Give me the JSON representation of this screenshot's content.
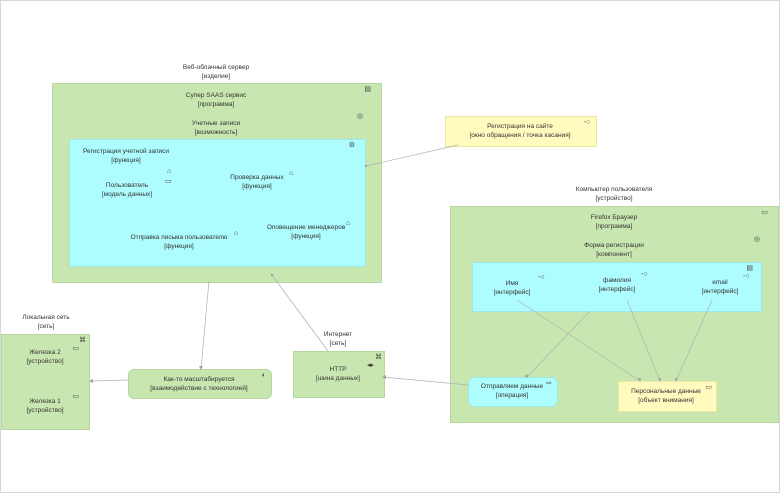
{
  "nodes": {
    "web_server": {
      "name": "Веб-облачный сервер",
      "type": "[изделие]"
    },
    "saas": {
      "name": "Супер SAAS сервис",
      "type": "[программа]"
    },
    "accounts": {
      "name": "Учетные записи",
      "type": "[возможность]"
    },
    "registration_account": {
      "name": "Регистрация учетной записи",
      "type": "[функция]"
    },
    "user_model": {
      "name": "Пользователь",
      "type": "[модель данных]"
    },
    "data_check": {
      "name": "Проверка данных",
      "type": "[функция]"
    },
    "send_letter": {
      "name": "Отправка письма пользователю",
      "type": "[функция]"
    },
    "notify_managers": {
      "name": "Оповещение менеджеров",
      "type": "[функция]"
    },
    "site_registration": {
      "name": "Регистрация на сайте",
      "type": "[окно обращения / точка касания]"
    },
    "user_computer": {
      "name": "Компьютер пользователя",
      "type": "[устройство]"
    },
    "firefox": {
      "name": "Firefox Браузер",
      "type": "[программа]"
    },
    "reg_form": {
      "name": "Форма регистрации",
      "type": "[компонент]"
    },
    "iface_name": {
      "name": "Имя",
      "type": "[интерфейс]"
    },
    "iface_surname": {
      "name": "фамилия",
      "type": "[интерфейс]"
    },
    "iface_email": {
      "name": "email",
      "type": "[интерфейс]"
    },
    "send_data": {
      "name": "Отправляем данные",
      "type": "[операция]"
    },
    "personal_data": {
      "name": "Персональные данные",
      "type": "[объект внимания]"
    },
    "local_net": {
      "name": "Локальная сеть",
      "type": "[сеть]"
    },
    "hw2": {
      "name": "Железка 2",
      "type": "[устройство]"
    },
    "hw1": {
      "name": "Железка 1",
      "type": "[устройство]"
    },
    "scaling": {
      "name": "Как-то масштабируется",
      "type": "[взаимодействие с технологией]"
    },
    "internet": {
      "name": "Интернет",
      "type": "[сеть]"
    },
    "http": {
      "name": "HTTP",
      "type": "[шина данных]"
    }
  },
  "colors": {
    "node_green": "#c8e6b0",
    "component_cyan": "#adfcfe",
    "touchpoint_yellow": "#fffbbf",
    "edge": "#b0b0b0"
  },
  "icons": {
    "device": "device-icon",
    "program": "program-icon",
    "capability": "capability-icon",
    "function": "function-icon",
    "data_model": "data-model-icon",
    "interface": "interface-icon",
    "touchpoint": "touchpoint-icon",
    "network": "network-icon",
    "bus": "bus-icon",
    "operation": "operation-icon",
    "object": "object-icon",
    "interaction": "interaction-icon"
  }
}
